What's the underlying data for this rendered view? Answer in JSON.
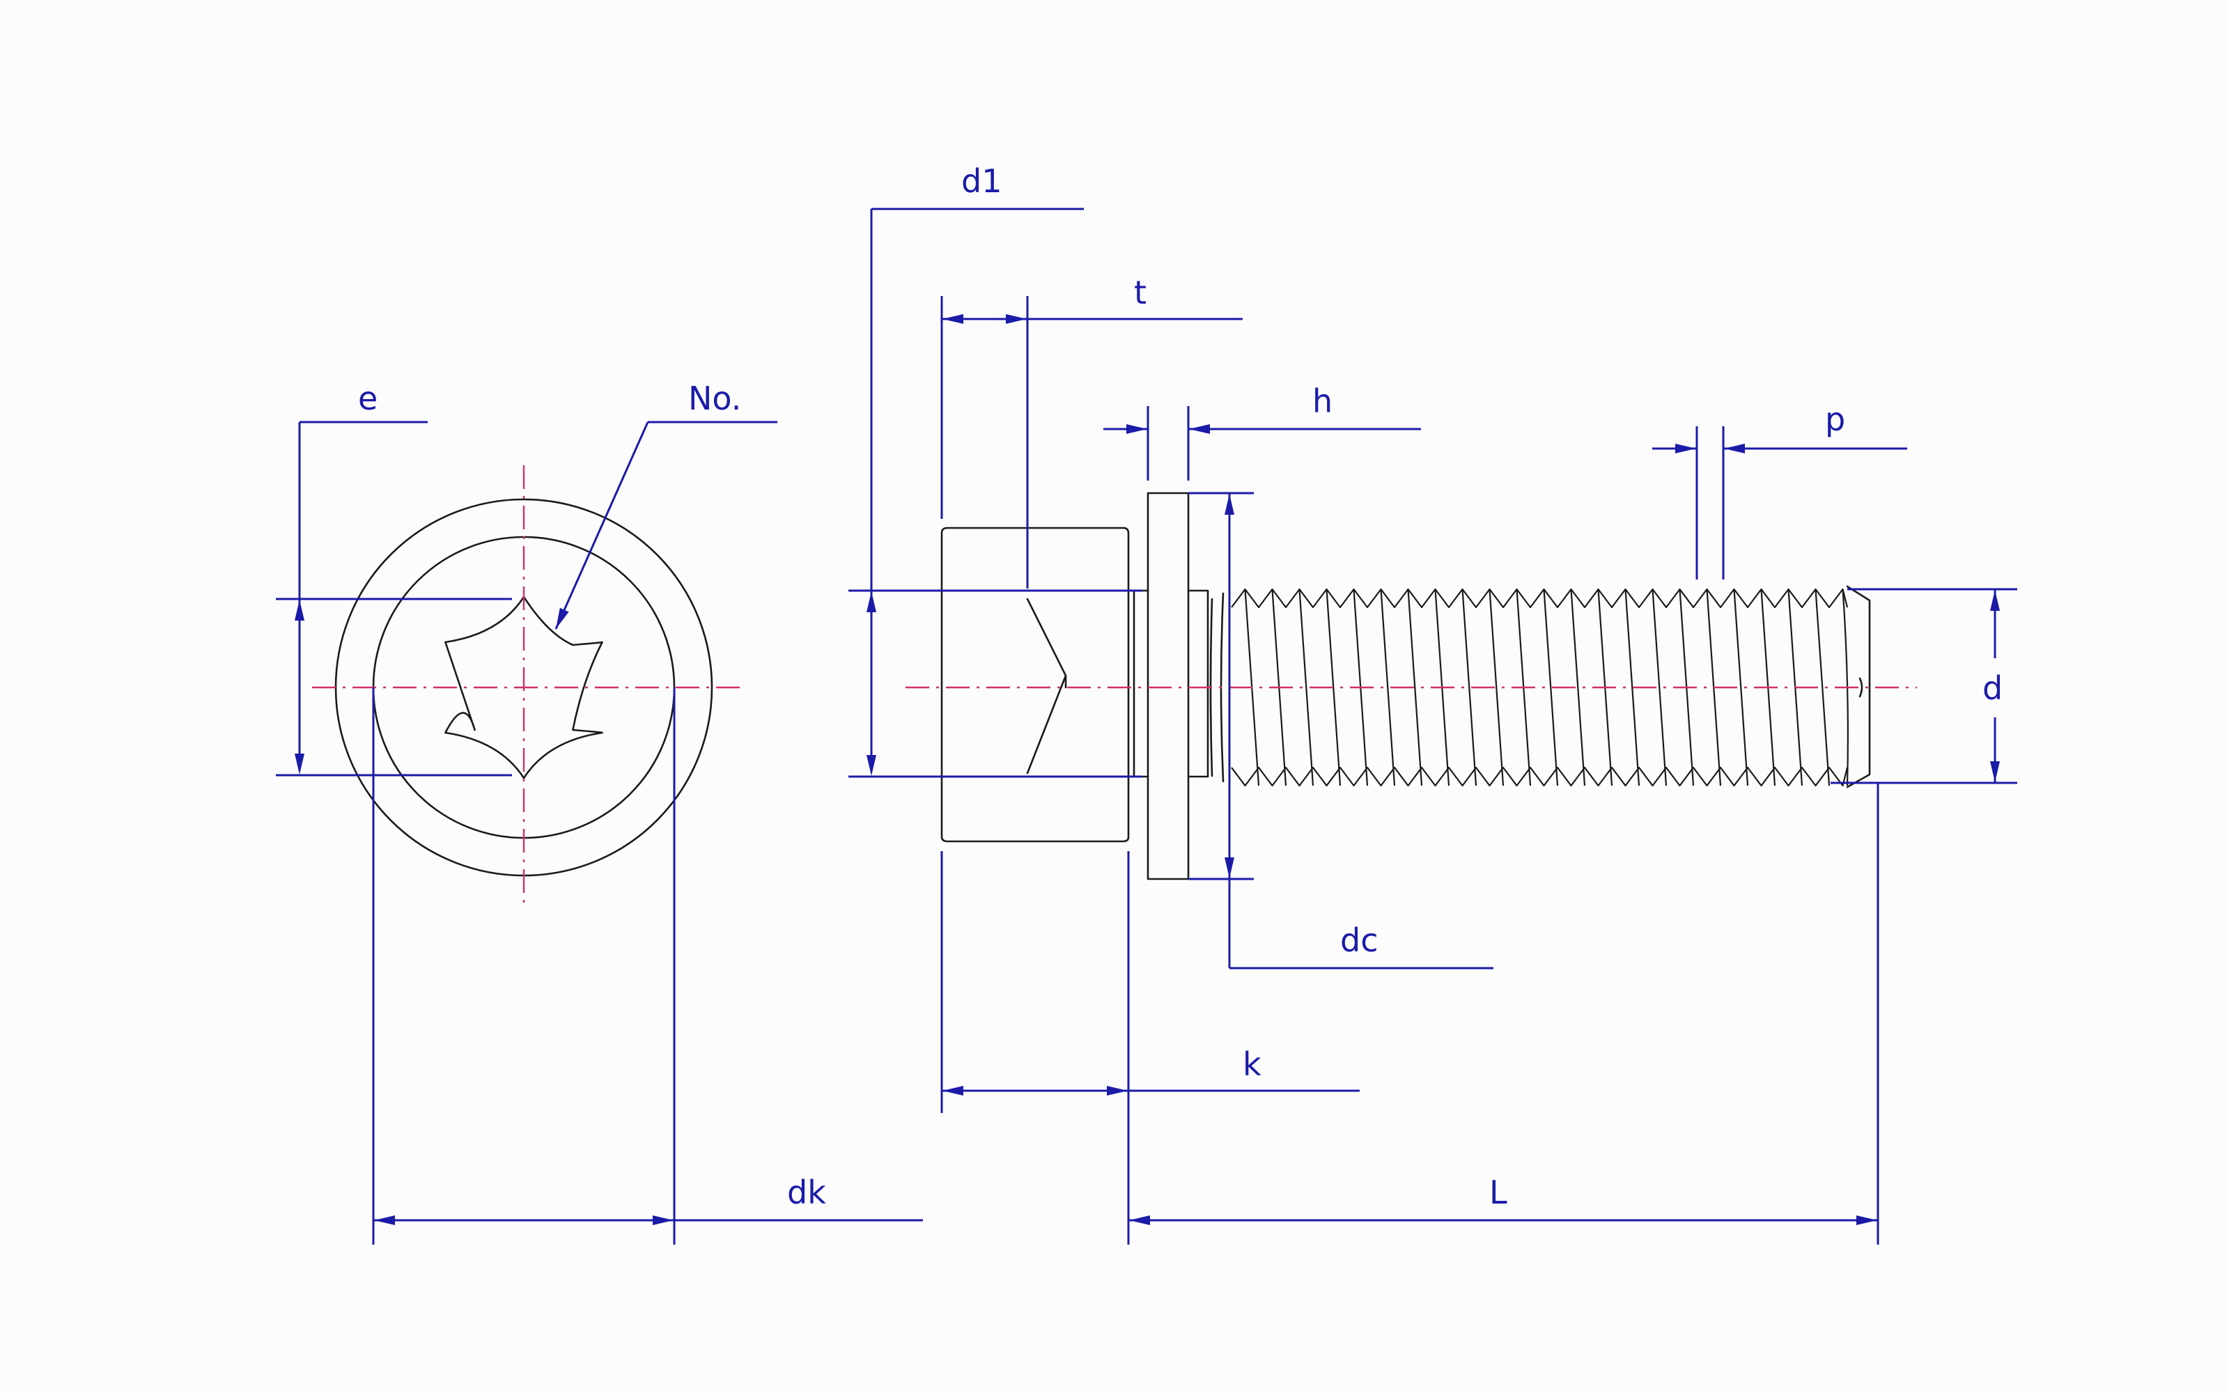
{
  "colors": {
    "dimension": "#1b1ba8",
    "object": "#1a1a1a",
    "centerline": "#d0306a",
    "background": "#fcfcfd"
  },
  "labels": {
    "e": "e",
    "no": "No.",
    "dk": "dk",
    "d1": "d1",
    "t": "t",
    "h": "h",
    "p": "p",
    "d": "d",
    "dc": "dc",
    "k": "k",
    "L": "L"
  }
}
